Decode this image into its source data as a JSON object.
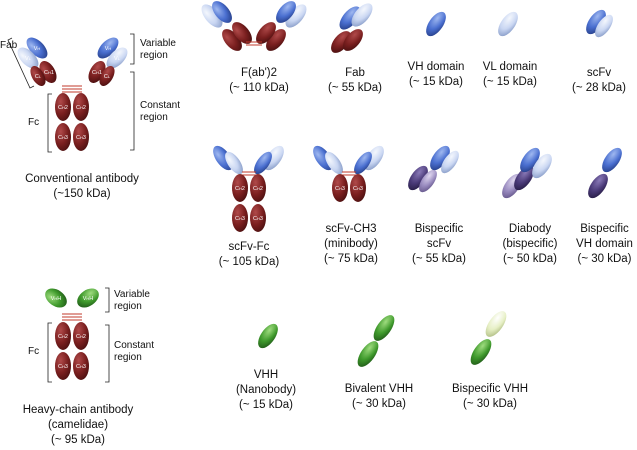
{
  "conventional": {
    "title": "Conventional antibody",
    "mass": "(~150 kDa)",
    "fab": "Fab",
    "fc": "Fc",
    "variable_region": [
      "Variable",
      "region"
    ],
    "constant_region": [
      "Constant",
      "region"
    ],
    "domains": {
      "vh": "VH",
      "vl": "VL",
      "ch1": "CH1",
      "cl": "CL",
      "ch2": "CH2",
      "ch3": "CH3"
    }
  },
  "heavy_chain": {
    "title": "Heavy-chain antibody",
    "subtitle": "(camelidae)",
    "mass": "(~ 95 kDa)",
    "fc": "Fc",
    "variable_region": [
      "Variable",
      "region"
    ],
    "constant_region": [
      "Constant",
      "region"
    ],
    "domains": {
      "vhh": "VHH",
      "ch2": "CH2",
      "ch3": "CH3"
    }
  },
  "fragments": [
    {
      "name": "F(ab')2",
      "mass": "(~ 110 kDa)"
    },
    {
      "name": "Fab",
      "mass": "(~ 55 kDa)"
    },
    {
      "name": "VH domain",
      "mass": "(~ 15 kDa)"
    },
    {
      "name": "VL domain",
      "mass": "(~ 15 kDa)"
    },
    {
      "name": "scFv",
      "mass": "(~ 28 kDa)"
    },
    {
      "name": "scFv-Fc",
      "mass": "(~ 105 kDa)"
    },
    {
      "name": "scFv-CH3 (minibody)",
      "mass": "(~ 75 kDa)"
    },
    {
      "name": "Bispecific scFv",
      "mass": "(~ 55 kDa)"
    },
    {
      "name": "Diabody (bispecific)",
      "mass": "(~ 50 kDa)"
    },
    {
      "name": "Bispecific VH domain",
      "mass": "(~ 30 kDa)"
    },
    {
      "name": "VHH (Nanobody)",
      "mass": "(~ 15 kDa)"
    },
    {
      "name": "Bivalent VHH",
      "mass": "(~ 30 kDa)"
    },
    {
      "name": "Bispecific VHH",
      "mass": "(~ 30 kDa)"
    }
  ],
  "colors": {
    "constant": "#7a1f1f",
    "vh_blue": "#4a6fd0",
    "vl_light": "#c9d6f2",
    "purple": "#4a3a78",
    "lavender": "#9a8cc0",
    "green": "#3f9a2c",
    "pale_green": "#e6efc4",
    "hinge": "#c0392b"
  }
}
